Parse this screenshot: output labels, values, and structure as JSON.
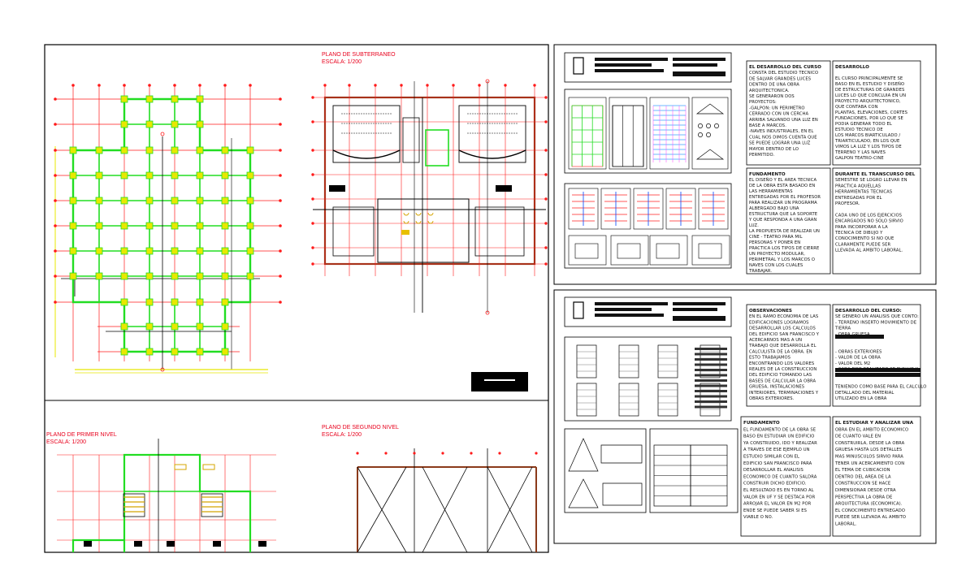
{
  "labels": {
    "subterraneo_title": "PLANO DE SUBTERRANEO",
    "subterraneo_scale": "ESCALA: 1/200",
    "primer_title": "PLANO DE PRIMER NIVEL",
    "primer_scale": "ESCALA: 1/200",
    "segundo_title": "PLANO DE SEGUNDO NIVEL",
    "segundo_scale": "ESCALA: 1/200"
  },
  "sheet1": {
    "col1": [
      "EL DESARROLLO DEL CURSO",
      "CONSTA DEL ESTUDIO TECNICO",
      "DE SALVAR GRANDES LUCES",
      "DENTRO DE UNA OBRA",
      "ARQUITECTONICA.",
      "SE GENERARON DOS",
      "PROYECTOS:",
      "-GALPON: UN PERIMETRO",
      "CERRADO CON UN CERCHA",
      "ARRIBA SALVANDO UNA LUZ EN",
      "BASE A MARCOS.",
      "-NAVES INDUSTRIALES, EN EL",
      "CUAL NOS DIMOS CUENTA QUE",
      "SE PUEDE LOGRAR UNA LUZ",
      "MAYOR DENTRO DE LO",
      "PERMITIDO."
    ],
    "col2": [
      "DESARROLLO",
      "",
      "EL CURSO PRINCIPALMENTE SE",
      "BASO EN EL ESTUDIO Y DISEÑO",
      "DE ESTRUCTURAS DE GRANDES",
      "LUCES LO QUE CONCLUIA EN UN",
      "PROYECTO ARQUITECTONICO,",
      "QUE CONTABA CON",
      "PLANTAS, ELEVACIONES, CORTES",
      "FUNDACIONES, POR LO QUE SE",
      "PODIA GENERAR TODO EL",
      "ESTUDIO TECNICO DE",
      "LOS MARCOS BIARTICULADO /",
      "TRIARTICULADO, EN LOS QUE",
      "VIMOS LA LUZ Y LOS TIPOS DE",
      "TERRENO Y LAS NAVES",
      "GALPON TEATRO-CINE"
    ],
    "col3": [
      "FUNDAMENTO",
      "EL DISEÑO Y EL AREA TECNICA",
      "DE LA OBRA ESTA BASADO EN",
      "LAS HERRAMIENTAS",
      "ENTREGADAS POR EL PROFESOR",
      "PARA REALIZAR UN PROGRAMA",
      "ALBERGADO BAJO UNA",
      "ESTRUCTURA QUE LA SOPORTE",
      "Y QUE RESPONDA A UNA GRAN",
      "LUZ.",
      "LA PROPUESTA DE REALIZAR UN",
      "CINE - TEATRO PARA MIL",
      "PERSONAS Y PONER EN",
      "PRACTICA LOS TIPOS DE CIERRE",
      "UN PROYECTO MODULAR,",
      "PERIMETRAL Y LOS MARCOS O",
      "NAVES CON LOS CUALES",
      "TRABAJAR."
    ],
    "col4": [
      "DURANTE EL TRANSCURSO DEL",
      "SEMESTRE SE LOGRO LLEVAR EN",
      "PRACTICA AQUELLAS",
      "HERRAMIENTAS TECNICAS",
      "ENTREGADAS POR EL",
      "PROFESOR.",
      "",
      "CADA UNO DE LOS EJERCICIOS",
      "ENCARGADOS NO SOLO SIRVIO",
      "PARA INCORPORAR A LA",
      "TECNICA DE DIBUJO Y",
      "CONOCIMIENTO SI NO QUE",
      "CLARAMENTE PUEDE SER",
      "LLEVADA AL AMBITO LABORAL."
    ]
  },
  "sheet2": {
    "col1": [
      "OBSERVACIONES",
      "EN EL RAMO ECONOMIA DE LAS",
      "EDIFICACIONES LOGRAMOS",
      "DESARROLLAR LOS CALCULOS",
      "DEL EDIFICIO SAN FRANCISCO Y",
      "ACERCARNOS MAS A UN",
      "TRABAJO QUE DESARROLLA EL",
      "CALCULISTA DE LA OBRA. EN",
      "ESTO TRABAJAMOS",
      "ENCONTRANDO LOS VALORES",
      "REALES DE LA CONSTRUCCION",
      "DEL EDIFICIO TOMANDO LAS",
      "BASES DE CALCULAR LA OBRA",
      "GRUESA, INSTALACIONES",
      "INTERIORES, TERMINACIONES Y",
      "OBRAS EXTERIORES."
    ],
    "col2": [
      "DESARROLLO DEL CURSO:",
      "SE GENERO UN ANALISIS QUE CONTO:",
      "- TERRENO INSERTO MOVIMIENTO DE",
      "TIERRA",
      "- OBRA GRUESA",
      "",
      "",
      "- OBRAS EXTERIORES",
      "- VALOR DE LA OBRA",
      "- VALOR DEL M2",
      "- CADA PISO REALIZADO SE EVALUO Y",
      "",
      "",
      "TENIENDO COMO BASE PARA EL CALCULO",
      "DETALLADO DEL MATERIAL",
      "UTILIZADO EN LA OBRA"
    ],
    "col3": [
      "FUNDAMENTO",
      "EL FUNDAMENTO DE LA OBRA SE",
      "BASO EN ESTUDIAR UN EDIFICIO",
      "YA CONSTRUIDO, IDO Y REALIZAR",
      "A TRAVES DE ESE EJEMPLO UN",
      "ESTUDIO SIMILAR CON EL",
      "EDIFICIO SAN FRANCISCO PARA",
      "DESARROLLAR EL ANALISIS",
      "ECONOMICO DE CUANTO SALDRA",
      "CONSTRUIR DICHO EDIFICIO.",
      "EL RESULTADO ES EN TORNO AL",
      "VALOR EN UF Y SE DESTACA POR",
      "ARROJAR EL VALOR EN M2 POR",
      "ENDE SE PUEDE SABER SI ES",
      "VIABLE O NO."
    ],
    "col4": [
      "EL ESTUDIAR Y ANALIZAR UNA",
      "OBRA EN EL AMBITO ECONOMICO",
      "DE CUANTO VALE EN",
      "CONSTRUIRLA, DESDE LA OBRA",
      "GRUESA HASTA LOS DETALLES",
      "MAS MINUSCULOS SIRVIO PARA",
      "TENER UN ACERCAMIENTO CON",
      "EL TEMA DE CUBICACION",
      "DENTRO DEL AREA DE LA",
      "CONSTRUCCION SE HACE",
      "DIMENSIONAR DESDE OTRA",
      "PERSPECTIVA LA OBRA DE",
      "ARQUITECTURA (ECONOMICA).",
      "EL CONOCIMIENTO ENTREGADO",
      "PUEDE SER LLEVADA AL AMBITO",
      "LABORAL."
    ]
  }
}
